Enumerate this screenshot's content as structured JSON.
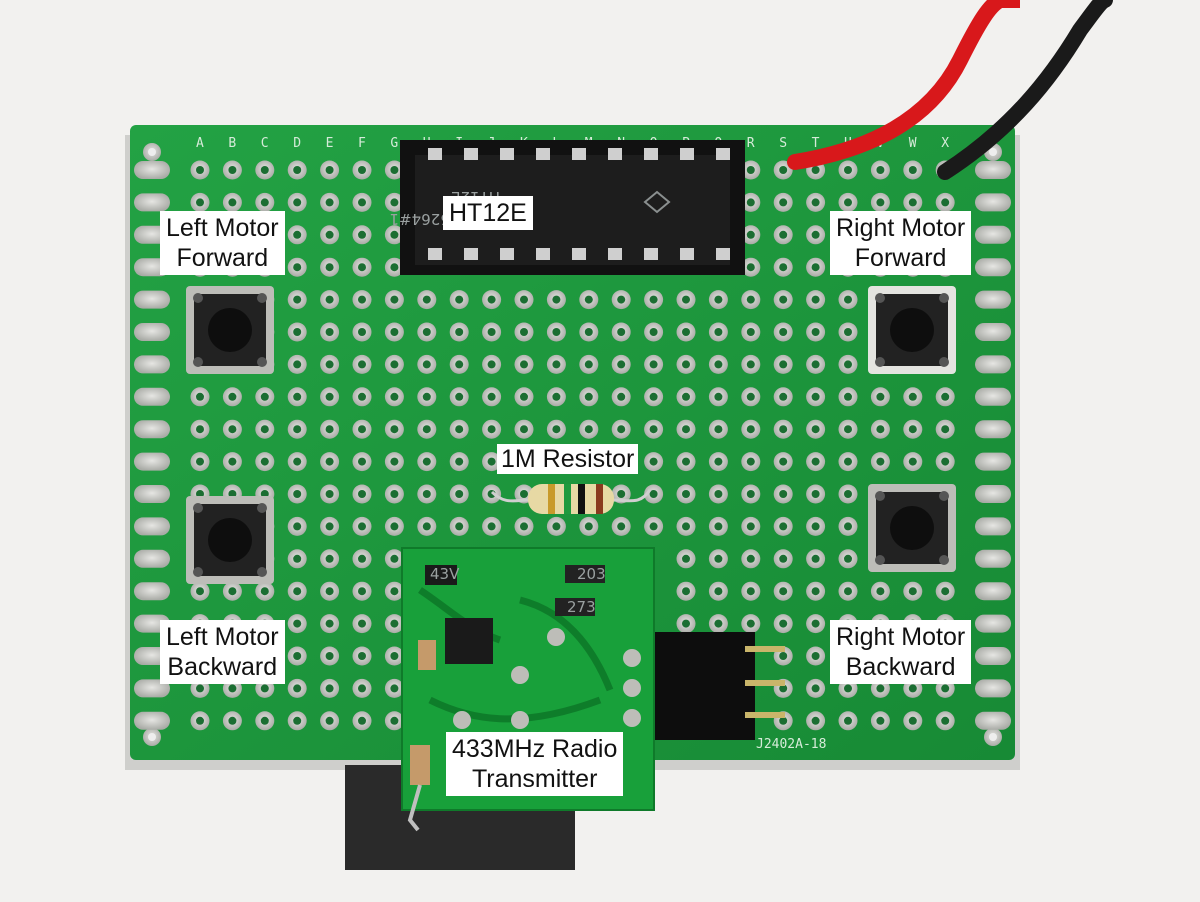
{
  "labels": {
    "left_forward": {
      "line1": "Left Motor",
      "line2": "Forward"
    },
    "right_forward": {
      "line1": "Right Motor",
      "line2": "Forward"
    },
    "left_backward": {
      "line1": "Left Motor",
      "line2": "Backward"
    },
    "right_backward": {
      "line1": "Right Motor",
      "line2": "Backward"
    },
    "encoder": "HT12E",
    "resistor": "1M Resistor",
    "transmitter": {
      "line1": "433MHz Radio",
      "line2": "Transmitter"
    }
  },
  "silkscreen": {
    "columns": [
      "A",
      "B",
      "C",
      "D",
      "E",
      "F",
      "G",
      "H",
      "I",
      "J",
      "K",
      "L",
      "M",
      "N",
      "O",
      "P",
      "Q",
      "R",
      "S",
      "T",
      "U",
      "V",
      "W",
      "X"
    ],
    "board_code": "J2402A-18"
  },
  "chip_markings": {
    "line1": "HT12E",
    "line2": "B802H5264#1"
  },
  "smd_codes": [
    "203",
    "273",
    "43V"
  ],
  "colors": {
    "board": "#1f9a3e",
    "pad": "#c9c9c6",
    "wire_red": "#d8181b",
    "wire_black": "#1a1a1a",
    "chip": "#1d1d1d"
  }
}
